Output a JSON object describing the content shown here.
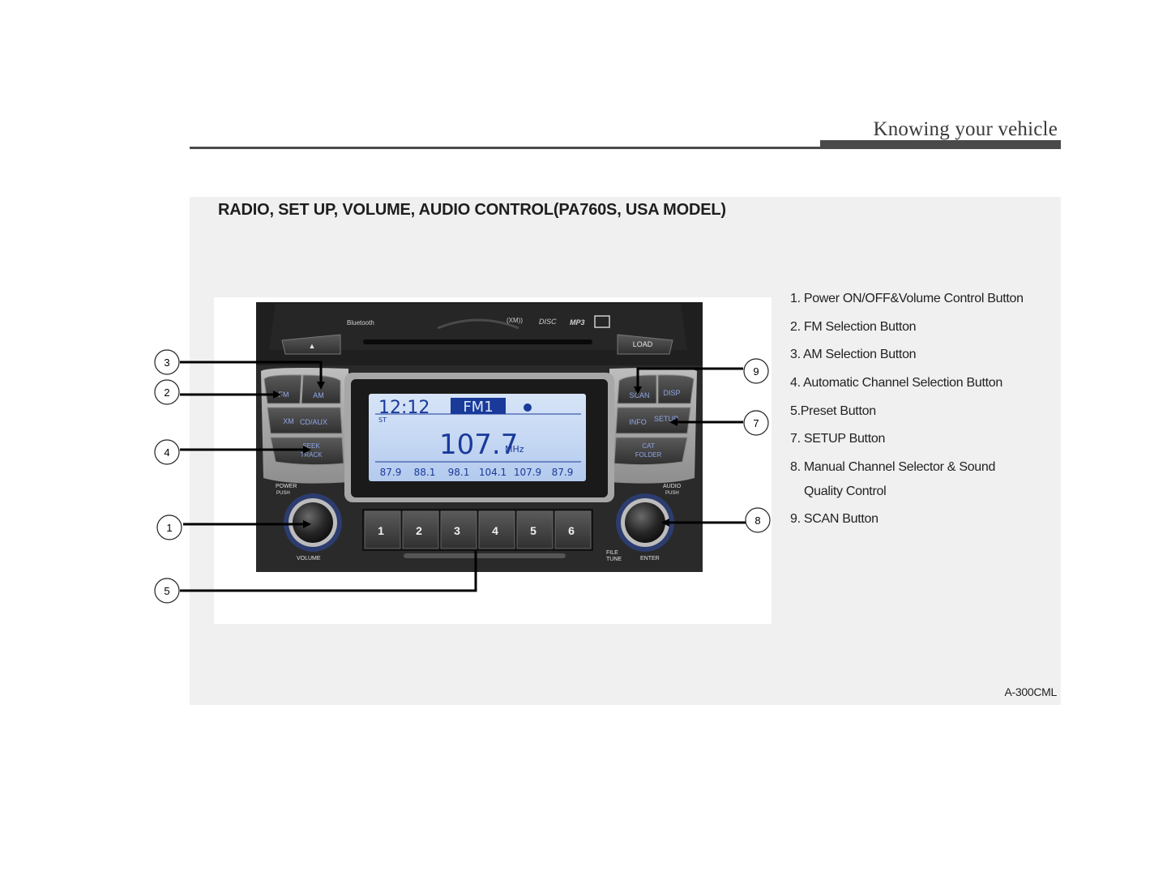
{
  "header": {
    "section": "Knowing your vehicle"
  },
  "title": "RADIO, SET UP, VOLUME, AUDIO CONTROL(PA760S, USA MODEL)",
  "radio": {
    "cd_labels": {
      "bluetooth": "Bluetooth",
      "xm": "(XM))",
      "disc": "DISC",
      "mp3": "MP3",
      "load": "LOAD",
      "eject": "▲"
    },
    "left_buttons": {
      "fm": "FM",
      "am": "AM",
      "xm": "XM",
      "cdaux": "CD/AUX",
      "seek": "SEEK",
      "track": "TRACK"
    },
    "right_buttons": {
      "scan": "SCAN",
      "disp": "DISP",
      "info": "INFO",
      "setup": "SETUP",
      "cat": "CAT",
      "folder": "FOLDER"
    },
    "knob_labels": {
      "power": "POWER",
      "push_left": "PUSH",
      "volume": "VOLUME",
      "audio": "AUDIO",
      "push_right": "PUSH",
      "file": "FILE",
      "tune": "TUNE",
      "enter": "ENTER"
    },
    "display": {
      "time": "12:12",
      "band": "FM1",
      "stereo": "ST",
      "frequency": "107.7",
      "unit": "MHz",
      "presets": [
        "87.9",
        "88.1",
        "98.1",
        "104.1",
        "107.9",
        "87.9"
      ]
    },
    "preset_buttons": [
      "1",
      "2",
      "3",
      "4",
      "5",
      "6"
    ]
  },
  "callouts": [
    "1",
    "2",
    "3",
    "4",
    "5",
    "7",
    "8",
    "9"
  ],
  "legend": [
    "1. Power ON/OFF&Volume Control Button",
    "2. FM Selection Button",
    "3. AM Selection Button",
    "4. Automatic Channel Selection Button",
    "5.Preset Button",
    "7. SETUP Button",
    "8. Manual Channel Selector & Sound",
    "Quality Control",
    "9. SCAN Button"
  ],
  "code": "A-300CML"
}
